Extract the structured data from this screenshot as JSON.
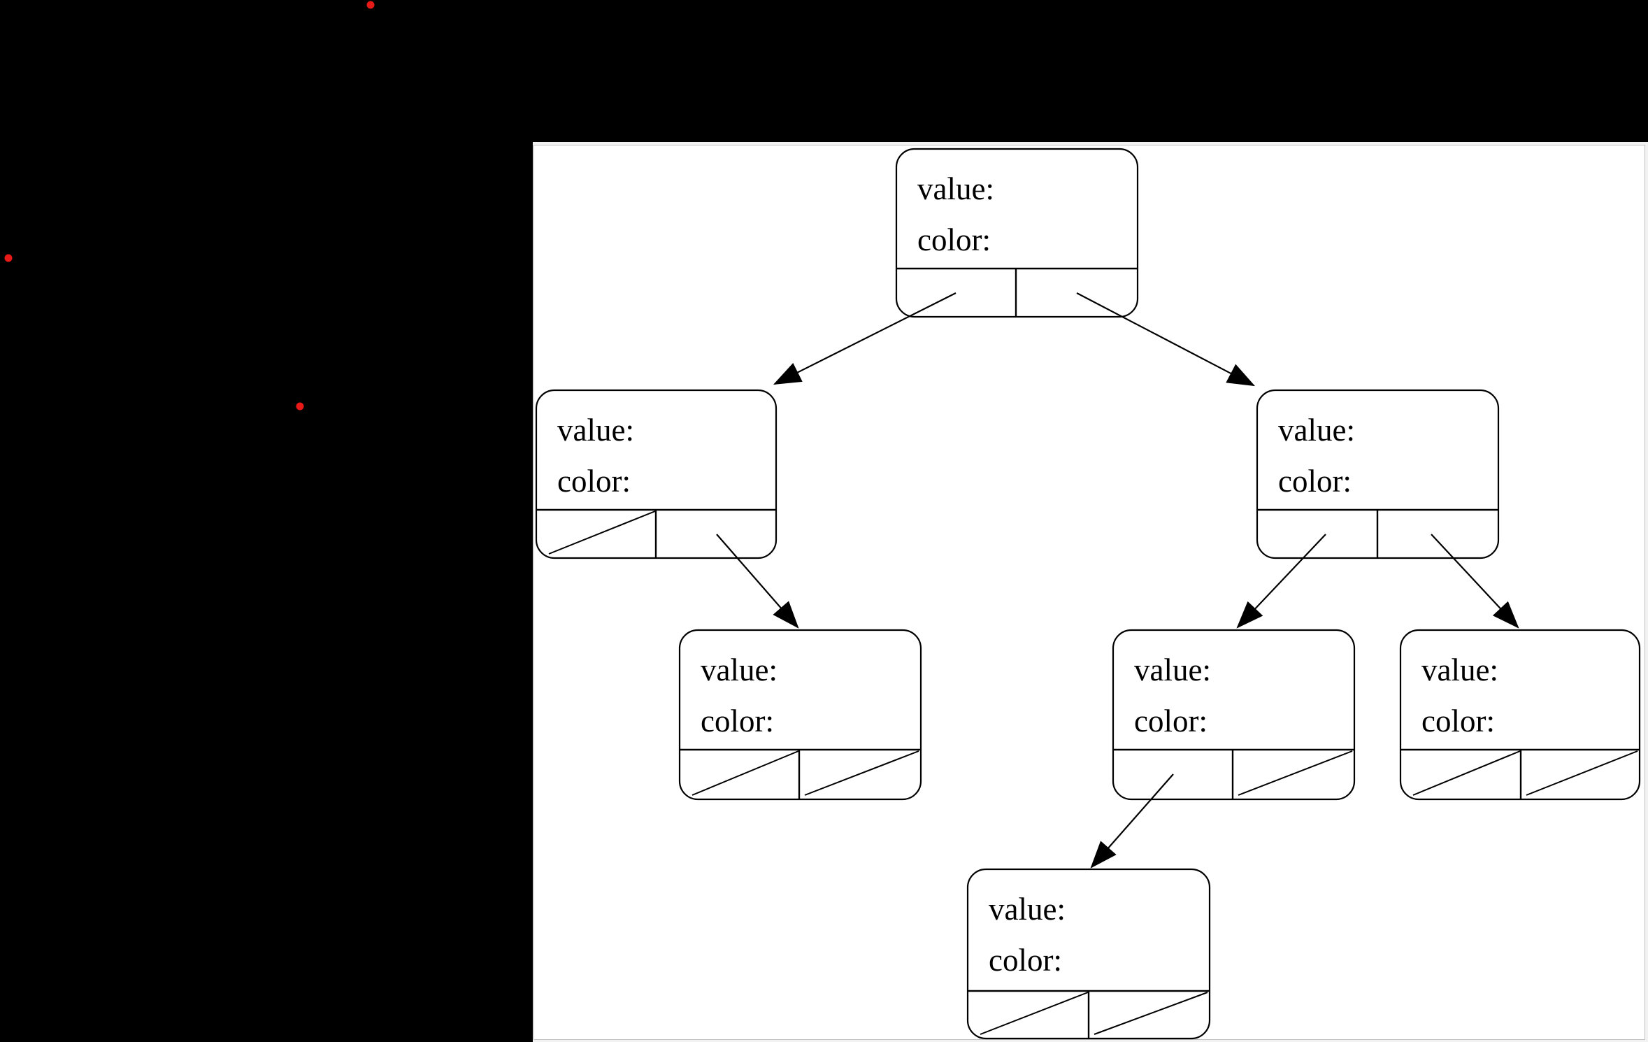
{
  "scene": {
    "background_color": "#000000",
    "panel_background": "#ffffff",
    "panel_border_color": "#c0c0c0",
    "line_color": "#000000",
    "dot_color": "#e81a17"
  },
  "diagram": {
    "type": "binary-tree",
    "node_field_labels": [
      "value:",
      "color:"
    ],
    "nodes": [
      {
        "id": "root",
        "value_label": "value:",
        "color_label": "color:",
        "left_slot": "arrow",
        "right_slot": "arrow"
      },
      {
        "id": "left-child",
        "value_label": "value:",
        "color_label": "color:",
        "left_slot": "null",
        "right_slot": "arrow"
      },
      {
        "id": "right-child",
        "value_label": "value:",
        "color_label": "color:",
        "left_slot": "arrow",
        "right_slot": "arrow"
      },
      {
        "id": "left-right-grandchild",
        "value_label": "value:",
        "color_label": "color:",
        "left_slot": "null",
        "right_slot": "null"
      },
      {
        "id": "right-left-grandchild",
        "value_label": "value:",
        "color_label": "color:",
        "left_slot": "arrow",
        "right_slot": "null"
      },
      {
        "id": "right-right-grandchild",
        "value_label": "value:",
        "color_label": "color:",
        "left_slot": "null",
        "right_slot": "null"
      },
      {
        "id": "great-grandchild",
        "value_label": "value:",
        "color_label": "color:",
        "left_slot": "null",
        "right_slot": "null"
      }
    ],
    "edges": [
      {
        "from": "root",
        "slot": "left",
        "to": "left-child"
      },
      {
        "from": "root",
        "slot": "right",
        "to": "right-child"
      },
      {
        "from": "left-child",
        "slot": "right",
        "to": "left-right-grandchild"
      },
      {
        "from": "right-child",
        "slot": "left",
        "to": "right-left-grandchild"
      },
      {
        "from": "right-child",
        "slot": "right",
        "to": "right-right-grandchild"
      },
      {
        "from": "right-left-grandchild",
        "slot": "left",
        "to": "great-grandchild"
      }
    ]
  },
  "red_dots": [
    {
      "x": "530",
      "y": "7"
    },
    {
      "x": "12",
      "y": "369"
    },
    {
      "x": "429",
      "y": "581"
    }
  ]
}
